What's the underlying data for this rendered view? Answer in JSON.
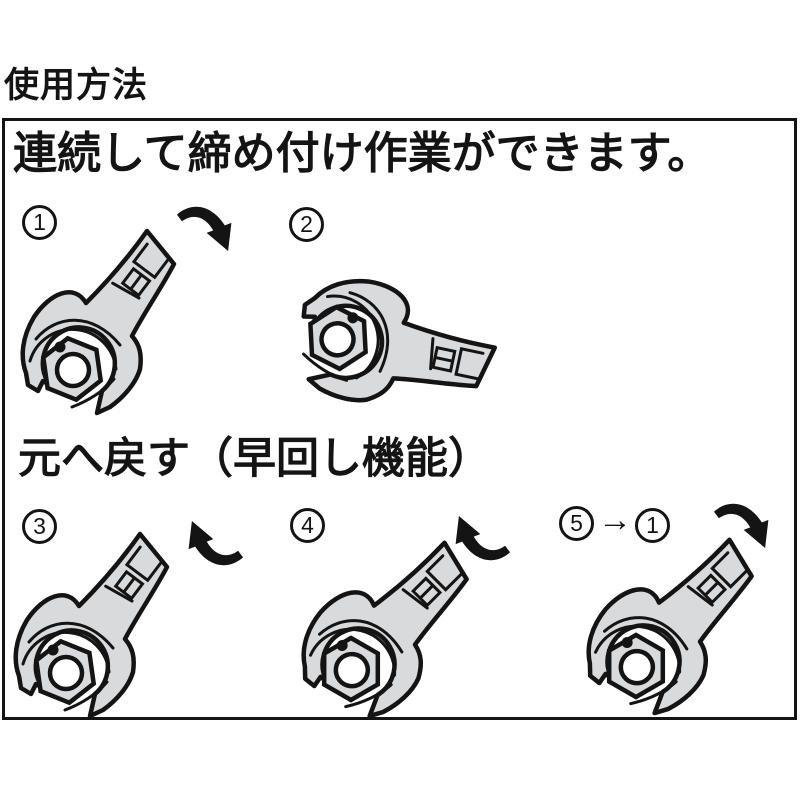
{
  "title": "使用方法",
  "panel": {
    "heading_tighten": "連続して締め付け作業ができます。",
    "heading_return": "元へ戻す（早回し機能）",
    "steps": [
      {
        "label": "1",
        "rotation_arrow": "clockwise"
      },
      {
        "label": "2",
        "rotation_arrow": "none"
      },
      {
        "label": "3",
        "rotation_arrow": "counterclockwise"
      },
      {
        "label": "4",
        "rotation_arrow": "counterclockwise"
      },
      {
        "label": "5",
        "rotation_arrow": "clockwise",
        "connector_arrow": "→",
        "result_label": "1"
      }
    ]
  },
  "illustration": {
    "subject": "open-end-ratchet-wrench-on-hex-nut",
    "wrench_fill": "#d9dadc",
    "outline_color": "#141414",
    "background": "#ffffff"
  }
}
